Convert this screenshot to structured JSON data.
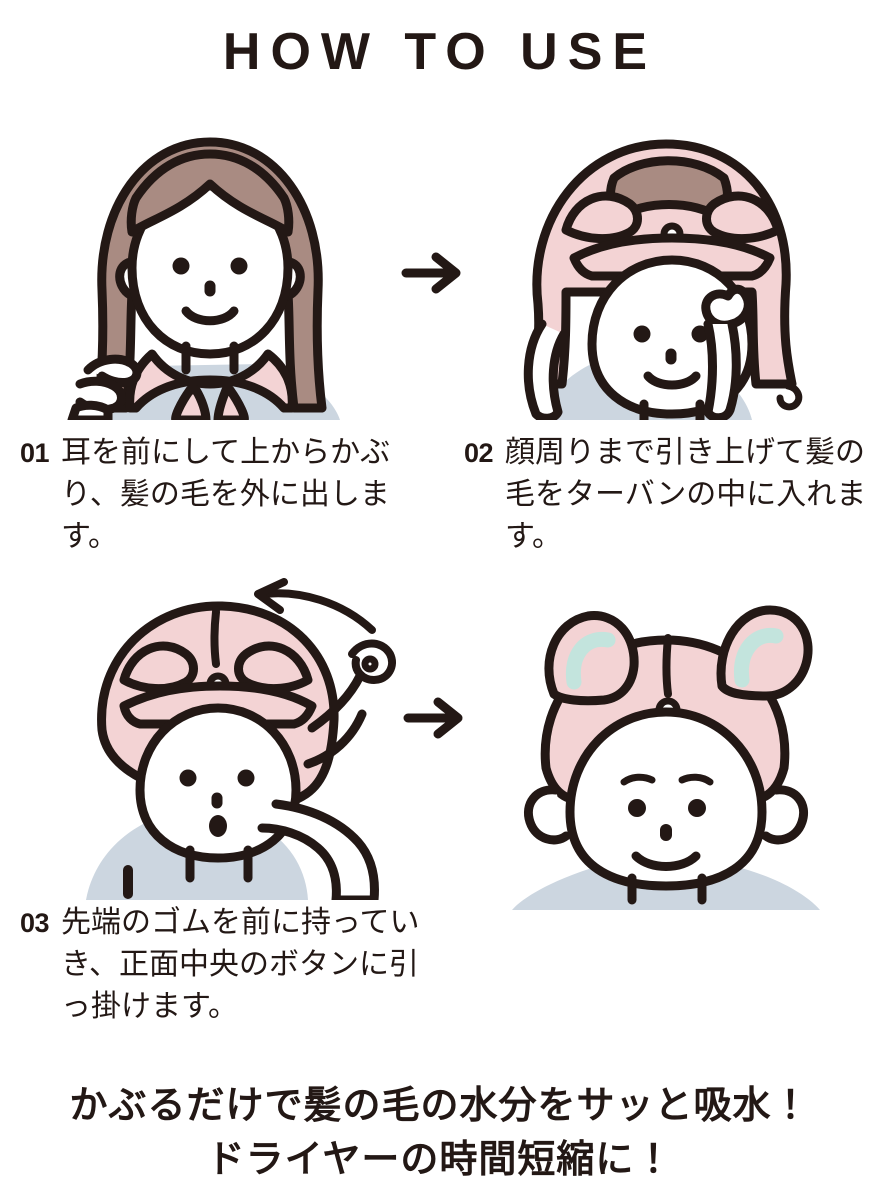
{
  "header": {
    "title": "HOW TO USE"
  },
  "colors": {
    "outline": "#231815",
    "turban_pink": "#f3d3d4",
    "accent_mint": "#c3e4dd",
    "hair_brown": "#a98b82",
    "shirt_blue": "#ccd6e0",
    "skin_white": "#ffffff",
    "background": "#ffffff"
  },
  "steps": [
    {
      "number": "01",
      "text": "耳を前にして上からかぶり、髪の毛を外に出します。",
      "illustration": "woman-with-long-hair-turban-around-neck"
    },
    {
      "number": "02",
      "text": "顔周りまで引き上げて髪の毛をターバンの中に入れます。",
      "illustration": "woman-pulling-turban-up-over-head"
    },
    {
      "number": "03",
      "text": "先端のゴムを前に持っていき、正面中央のボタンに引っ掛けます。",
      "illustration": "woman-holding-elastic-loop-up"
    }
  ],
  "result": {
    "illustration": "woman-wearing-finished-turban-with-bunny-ears"
  },
  "arrows": [
    {
      "name": "arrow-right-row-1",
      "direction": "right"
    },
    {
      "name": "arrow-right-row-2",
      "direction": "right"
    },
    {
      "name": "arrow-curved-left",
      "direction": "left-curved"
    }
  ],
  "tagline": {
    "line1": "かぶるだけで髪の毛の水分をサッと吸水！",
    "line2": "ドライヤーの時間短縮に！"
  }
}
